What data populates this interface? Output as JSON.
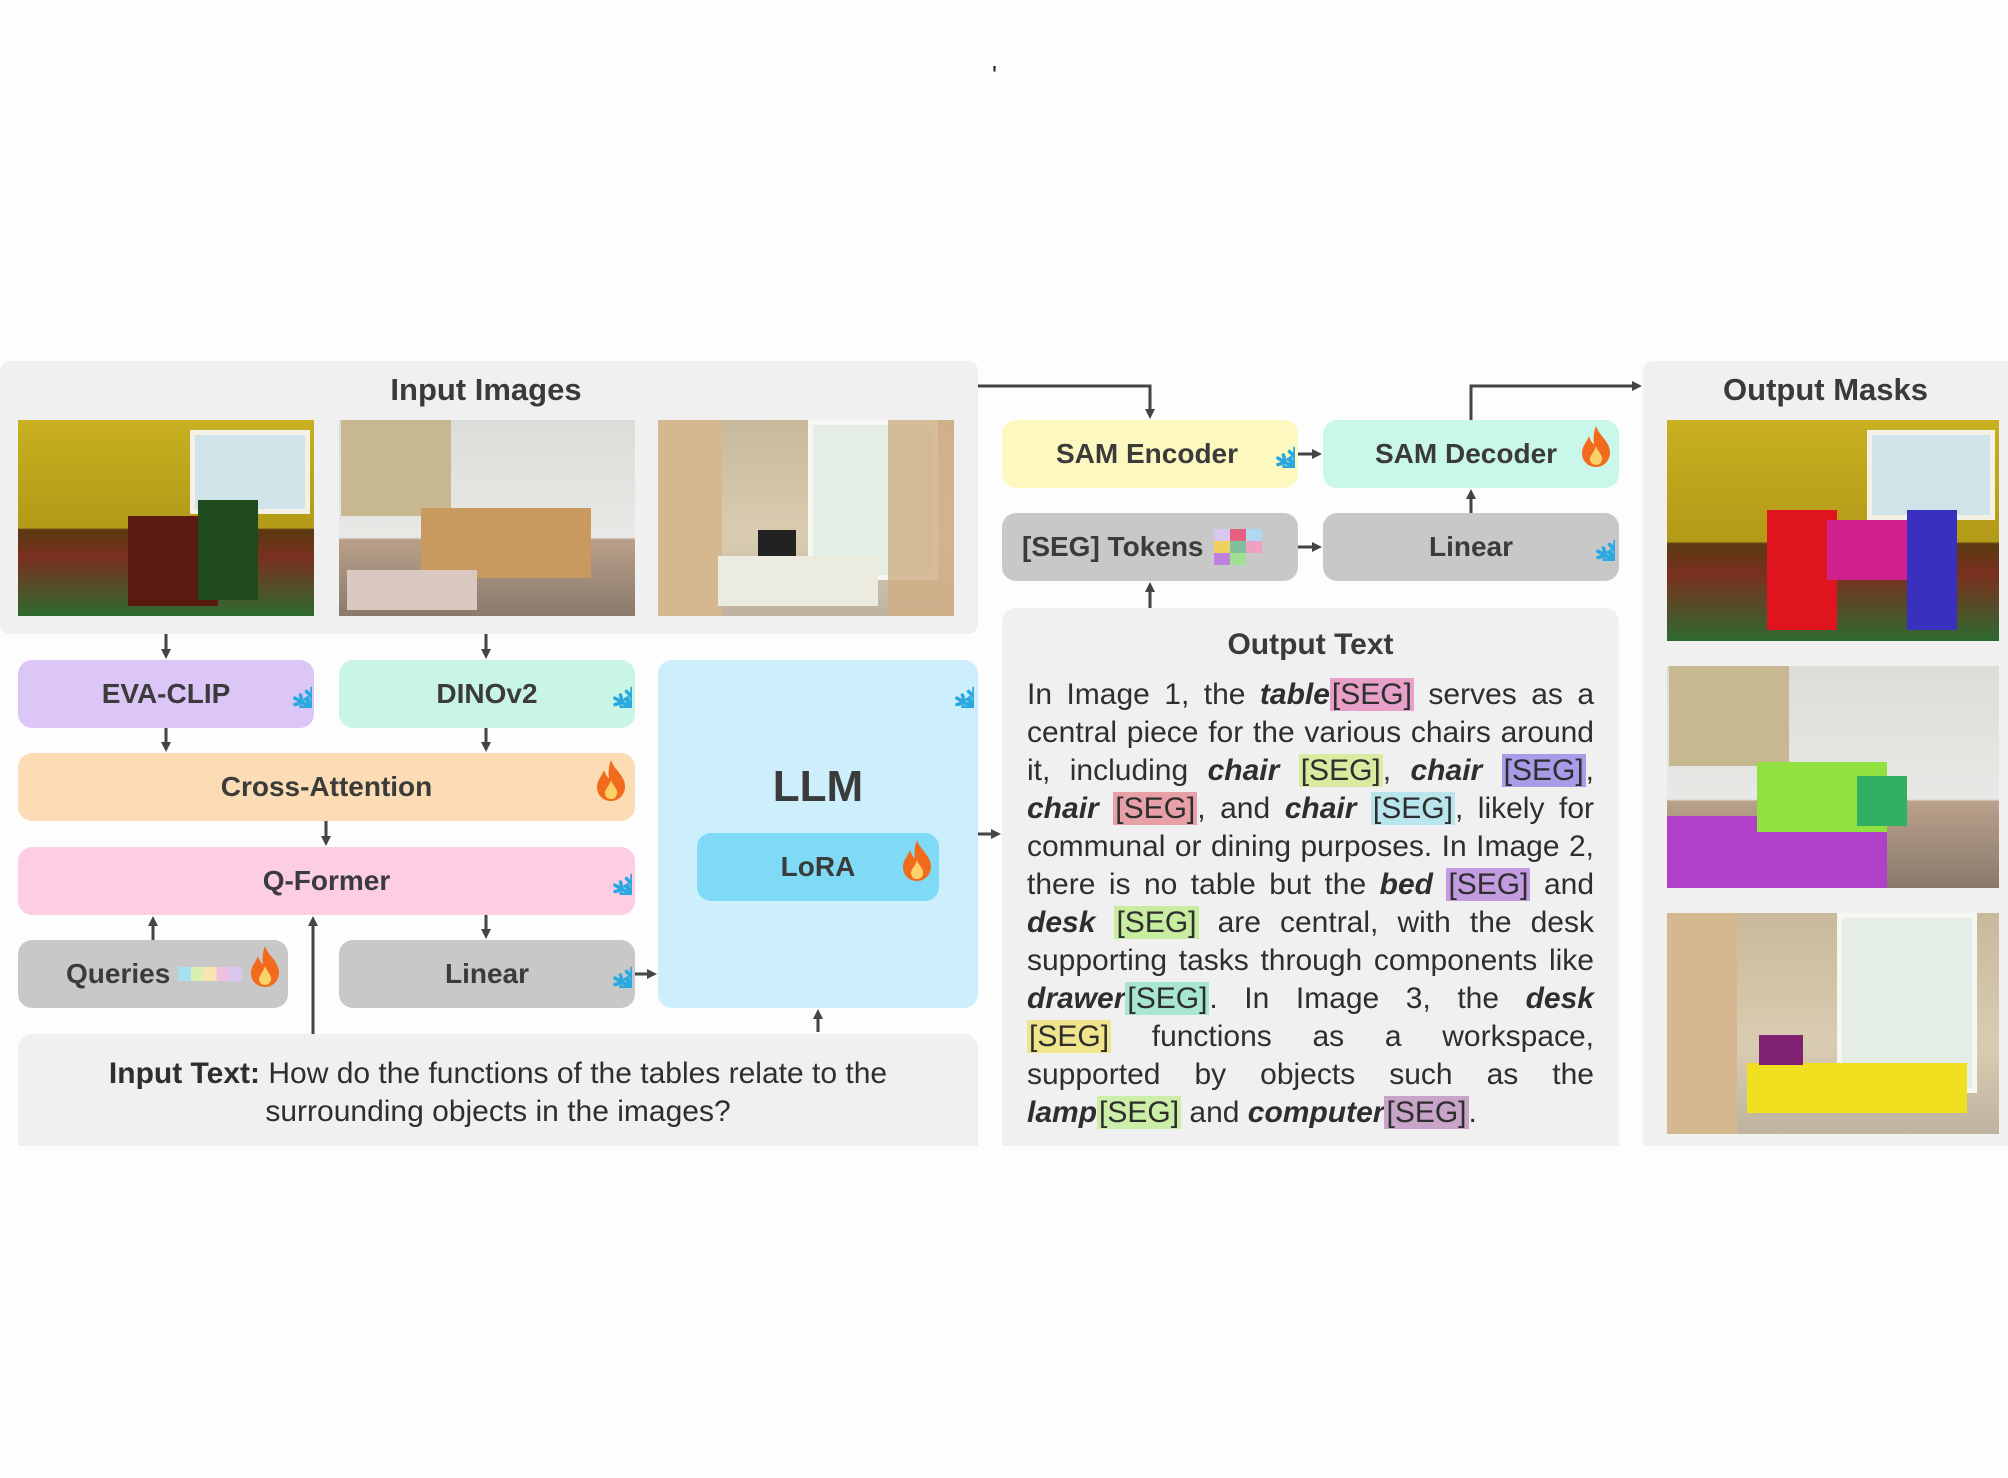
{
  "stray_mark": "'",
  "input_images": {
    "title": "Input Images"
  },
  "output_masks": {
    "title": "Output Masks"
  },
  "modules": {
    "eva_clip": "EVA-CLIP",
    "dinov2": "DINOv2",
    "cross_attention": "Cross-Attention",
    "q_former": "Q-Former",
    "queries": "Queries",
    "linear_left": "Linear",
    "llm": "LLM",
    "lora": "LoRA",
    "sam_encoder": "SAM Encoder",
    "sam_decoder": "SAM Decoder",
    "seg_tokens": "[SEG] Tokens",
    "linear_right": "Linear"
  },
  "input_text": {
    "label": "Input Text:",
    "line1": " How do the functions of the tables relate to the",
    "line2": "surrounding objects in the images?"
  },
  "output_text": {
    "title": "Output Text",
    "seg": "[SEG]",
    "parts": [
      {
        "t": "In Image 1, the "
      },
      {
        "b": "table"
      },
      {
        "s": "#e8a0c8"
      },
      {
        "t": " serves as a central piece for the various chairs around it, including "
      },
      {
        "b": "chair"
      },
      {
        "t": " "
      },
      {
        "s": "#d8eba0"
      },
      {
        "t": ", "
      },
      {
        "b": "chair"
      },
      {
        "t": " "
      },
      {
        "s": "#a99be8"
      },
      {
        "t": ", "
      },
      {
        "b": "chair"
      },
      {
        "t": " "
      },
      {
        "s": "#e8a0a8"
      },
      {
        "t": ", and "
      },
      {
        "b": "chair"
      },
      {
        "t": " "
      },
      {
        "s": "#b8e6ec"
      },
      {
        "t": ", likely for communal or dining purposes. In Image 2, there is no table but the "
      },
      {
        "b": "bed"
      },
      {
        "t": " "
      },
      {
        "s": "#c39be0"
      },
      {
        "t": " and "
      },
      {
        "b": "desk"
      },
      {
        "t": " "
      },
      {
        "s": "#c8eca0"
      },
      {
        "t": " are central, with the desk supporting tasks through components like "
      },
      {
        "b": "drawer"
      },
      {
        "s": "#a8e6d0"
      },
      {
        "t": ". In Image 3, the "
      },
      {
        "b": "desk"
      },
      {
        "t": " "
      },
      {
        "s": "#f0e48c"
      },
      {
        "t": " functions as a workspace, supported by objects such as the "
      },
      {
        "b": "lamp"
      },
      {
        "s": "#cdeea8"
      },
      {
        "t": " and "
      },
      {
        "b": "computer"
      },
      {
        "s": "#c8a4c8"
      },
      {
        "t": "."
      }
    ]
  },
  "icons": {
    "frozen": "snowflake-icon",
    "trainable": "flame-icon"
  },
  "colors": {
    "eva_clip": "#dcc6f7",
    "dinov2": "#c9f5e4",
    "cross_attention": "#fcdcb4",
    "q_former": "#fdcde4",
    "gray_box": "#c8c8c8",
    "llm": "#cdeefb",
    "lora": "#7fdaf5",
    "sam_encoder": "#fdf8bf",
    "sam_decoder": "#c9f7ea",
    "snowflake": "#2aa8e0",
    "flame": "#f26a1b"
  }
}
